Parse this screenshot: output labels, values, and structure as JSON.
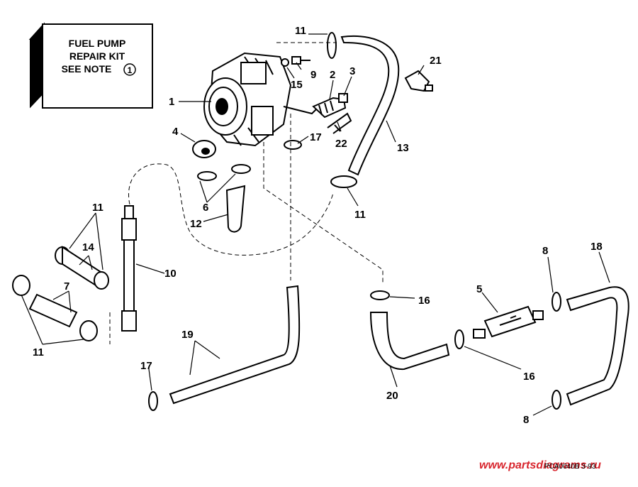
{
  "kit_box": {
    "line1": "FUEL PUMP",
    "line2": "REPAIR KIT",
    "line3": "SEE NOTE",
    "note_number": "1"
  },
  "callouts": [
    {
      "id": "c1",
      "label": "1"
    },
    {
      "id": "c2",
      "label": "2"
    },
    {
      "id": "c3",
      "label": "3"
    },
    {
      "id": "c4",
      "label": "4"
    },
    {
      "id": "c5",
      "label": "5"
    },
    {
      "id": "c6",
      "label": "6"
    },
    {
      "id": "c7",
      "label": "7"
    },
    {
      "id": "c8a",
      "label": "8"
    },
    {
      "id": "c8b",
      "label": "8"
    },
    {
      "id": "c9",
      "label": "9"
    },
    {
      "id": "c10",
      "label": "10"
    },
    {
      "id": "c11a",
      "label": "11"
    },
    {
      "id": "c11b",
      "label": "11"
    },
    {
      "id": "c11c",
      "label": "11"
    },
    {
      "id": "c11d",
      "label": "11"
    },
    {
      "id": "c12",
      "label": "12"
    },
    {
      "id": "c13",
      "label": "13"
    },
    {
      "id": "c14",
      "label": "14"
    },
    {
      "id": "c15",
      "label": "15"
    },
    {
      "id": "c16a",
      "label": "16"
    },
    {
      "id": "c16b",
      "label": "16"
    },
    {
      "id": "c17a",
      "label": "17"
    },
    {
      "id": "c17b",
      "label": "17"
    },
    {
      "id": "c18",
      "label": "18"
    },
    {
      "id": "c19",
      "label": "19"
    },
    {
      "id": "c20",
      "label": "20"
    },
    {
      "id": "c21",
      "label": "21"
    },
    {
      "id": "c22",
      "label": "22"
    }
  ],
  "footer": {
    "watermark": "www.partsdiagrams.ru",
    "drawing_code": "PCA0040B 3-93"
  }
}
